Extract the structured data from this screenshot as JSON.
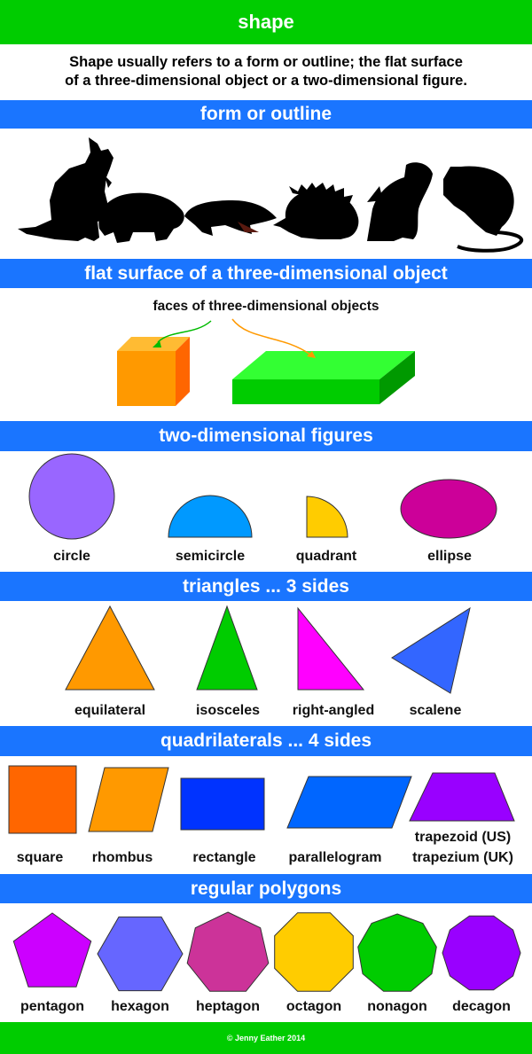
{
  "header": {
    "title": "shape"
  },
  "intro": {
    "line1": "Shape usually refers to a form or outline; the flat surface",
    "line2": "of a three-dimensional object or a two-dimensional figure."
  },
  "sections": {
    "form": "form or outline",
    "flat": "flat surface of a three-dimensional object",
    "two_d": "two-dimensional figures",
    "triangles": "triangles ... 3 sides",
    "quads": "quadrilaterals ... 4 sides",
    "polygons": "regular polygons"
  },
  "faces_caption": "faces of three-dimensional objects",
  "animals": [
    "kangaroo",
    "wombat",
    "platypus",
    "echidna",
    "possum",
    "rat"
  ],
  "figures": [
    "circle",
    "semicircle",
    "quadrant",
    "ellipse"
  ],
  "triangles": [
    "equilateral",
    "isosceles",
    "right-angled",
    "scalene"
  ],
  "quadrilaterals": [
    "square",
    "rhombus",
    "rectangle",
    "parallelogram",
    "trapezoid (US)",
    "trapezium (UK)"
  ],
  "polygons": [
    "pentagon",
    "hexagon",
    "heptagon",
    "octagon",
    "nonagon",
    "decagon"
  ],
  "colors": {
    "green_bar": "#00cc00",
    "blue_bar": "#1a75ff",
    "circle": "#9966ff",
    "semicircle": "#0099ff",
    "quadrant": "#ffcc00",
    "ellipse": "#cc0099",
    "equilateral": "#ff9900",
    "isosceles": "#00cc00",
    "right_angled": "#ff00ff",
    "scalene": "#3366ff",
    "square": "#ff6600",
    "rhombus": "#ff9900",
    "rectangle": "#0033ff",
    "parallelogram": "#0066ff",
    "trapezoid": "#9900ff",
    "pentagon": "#cc00ff",
    "hexagon": "#6666ff",
    "heptagon": "#cc3399",
    "octagon": "#ffcc00",
    "nonagon": "#00cc00",
    "decagon": "#9900ff"
  },
  "footer": "© Jenny Eather 2014"
}
